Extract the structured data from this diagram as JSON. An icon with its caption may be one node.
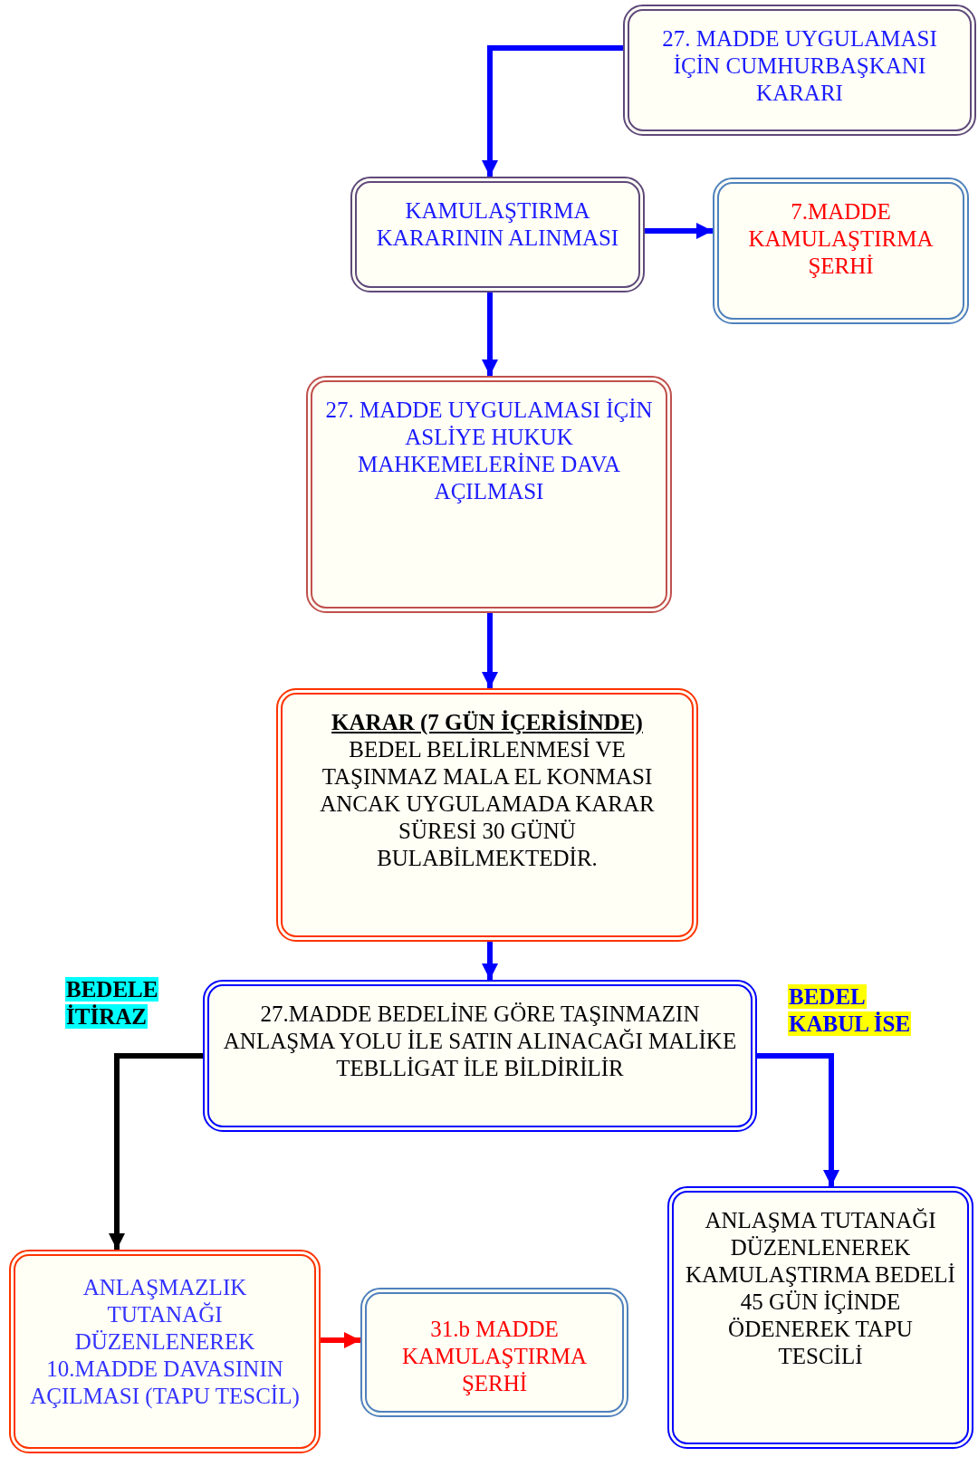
{
  "diagram": {
    "nodes": [
      {
        "text": [
          "27. MADDE UYGULAMASI İÇİN CUMHURBAŞKANI KARARI"
        ]
      },
      {
        "text": [
          "KAMULAŞTIRMA KARARININ ALINMASI"
        ]
      },
      {
        "text": [
          "7.MADDE KAMULAŞTIRMA ŞERHİ"
        ]
      },
      {
        "text": [
          "27. MADDE UYGULAMASI İÇİN ASLİYE HUKUK MAHKEMELERİNE DAVA AÇILMASI"
        ]
      },
      {
        "text": [
          "KARAR (7 GÜN İÇERİSİNDE)",
          "BEDEL BELİRLENMESİ VE TAŞINMAZ MALA EL KONMASI ANCAK UYGULAMADA KARAR SÜRESİ 30 GÜNÜ BULABİLMEKTEDİR."
        ]
      },
      {
        "text": [
          "27.MADDE BEDELİNE GÖRE TAŞINMAZIN ANLAŞMA YOLU İLE SATIN ALINACAĞI MALİKE TEBLLİGAT İLE BİLDİRİLİR"
        ]
      },
      {
        "text": [
          "ANLAŞMA TUTANAĞI DÜZENLENEREK KAMULAŞTIRMA BEDELİ 45 GÜN İÇİNDE ÖDENEREK TAPU TESCİLİ"
        ]
      },
      {
        "text": [
          "ANLAŞMAZLIK TUTANAĞI DÜZENLENEREK 10.MADDE DAVASININ AÇILMASI (TAPU TESCİL)"
        ]
      },
      {
        "text": [
          "31.b MADDE KAMULAŞTIRMA ŞERHİ"
        ]
      }
    ],
    "edges": [
      {
        "from": 0,
        "to": 1,
        "arrow": "to"
      },
      {
        "from": 1,
        "to": 2,
        "arrow": "to"
      },
      {
        "from": 1,
        "to": 3,
        "arrow": "to"
      },
      {
        "from": 3,
        "to": 4,
        "arrow": "to"
      },
      {
        "from": 4,
        "to": 5,
        "arrow": "to"
      },
      {
        "from": 5,
        "to": 7,
        "arrow": "to",
        "label": "BEDELE İTİRAZ",
        "color": "#000000"
      },
      {
        "from": 5,
        "to": 6,
        "arrow": "to",
        "label": "BEDEL KABUL İSE"
      },
      {
        "from": 7,
        "to": 8,
        "arrow": "to",
        "color": "#ff0000"
      }
    ]
  }
}
